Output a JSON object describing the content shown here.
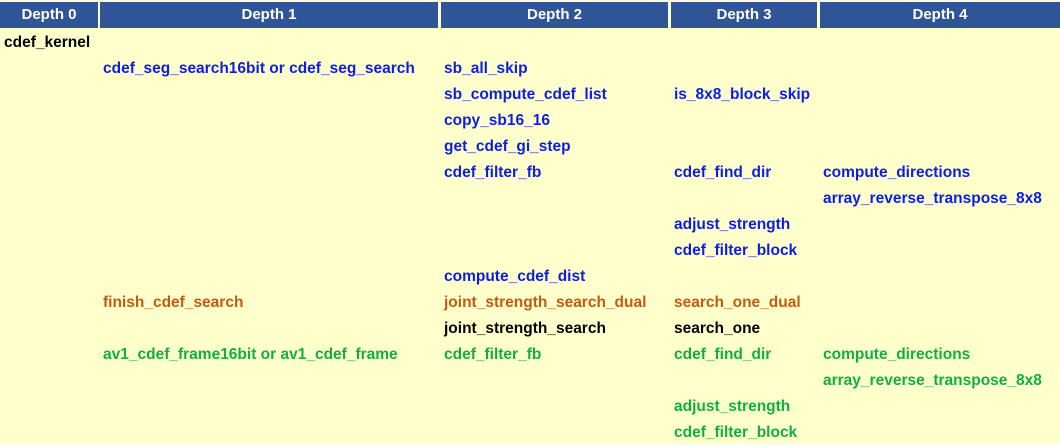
{
  "columns": [
    "Depth 0",
    "Depth 1",
    "Depth 2",
    "Depth 3",
    "Depth 4"
  ],
  "colors": {
    "header_bg": "#2f5597",
    "header_text": "#ffffff",
    "sheet_bg": "#ffffcc",
    "black": "#000000",
    "blue": "#0a1ee8",
    "orange": "#c55a11",
    "green": "#10b040"
  },
  "rows": [
    {
      "color": "black",
      "cells": [
        "cdef_kernel",
        "",
        "",
        "",
        ""
      ]
    },
    {
      "color": "blue",
      "cells": [
        "",
        "cdef_seg_search16bit or cdef_seg_search",
        "sb_all_skip",
        "",
        ""
      ]
    },
    {
      "color": "blue",
      "cells": [
        "",
        "",
        "sb_compute_cdef_list",
        "is_8x8_block_skip",
        ""
      ]
    },
    {
      "color": "blue",
      "cells": [
        "",
        "",
        "copy_sb16_16",
        "",
        ""
      ]
    },
    {
      "color": "blue",
      "cells": [
        "",
        "",
        "get_cdef_gi_step",
        "",
        ""
      ]
    },
    {
      "color": "blue",
      "cells": [
        "",
        "",
        "cdef_filter_fb",
        "cdef_find_dir",
        "compute_directions"
      ]
    },
    {
      "color": "blue",
      "cells": [
        "",
        "",
        "",
        "",
        "array_reverse_transpose_8x8"
      ]
    },
    {
      "color": "blue",
      "cells": [
        "",
        "",
        "",
        "adjust_strength",
        ""
      ]
    },
    {
      "color": "blue",
      "cells": [
        "",
        "",
        "",
        "cdef_filter_block",
        ""
      ]
    },
    {
      "color": "blue",
      "cells": [
        "",
        "",
        "compute_cdef_dist",
        "",
        ""
      ]
    },
    {
      "color": "orange",
      "cells": [
        "",
        "finish_cdef_search",
        "joint_strength_search_dual",
        "search_one_dual",
        ""
      ]
    },
    {
      "color": "black",
      "cells": [
        "",
        "",
        "joint_strength_search",
        "search_one",
        ""
      ]
    },
    {
      "color": "green",
      "cells": [
        "",
        "av1_cdef_frame16bit or av1_cdef_frame",
        "cdef_filter_fb",
        "cdef_find_dir",
        "compute_directions"
      ]
    },
    {
      "color": "green",
      "cells": [
        "",
        "",
        "",
        "",
        "array_reverse_transpose_8x8"
      ]
    },
    {
      "color": "green",
      "cells": [
        "",
        "",
        "",
        "adjust_strength",
        ""
      ]
    },
    {
      "color": "green",
      "cells": [
        "",
        "",
        "",
        "cdef_filter_block",
        ""
      ]
    }
  ]
}
